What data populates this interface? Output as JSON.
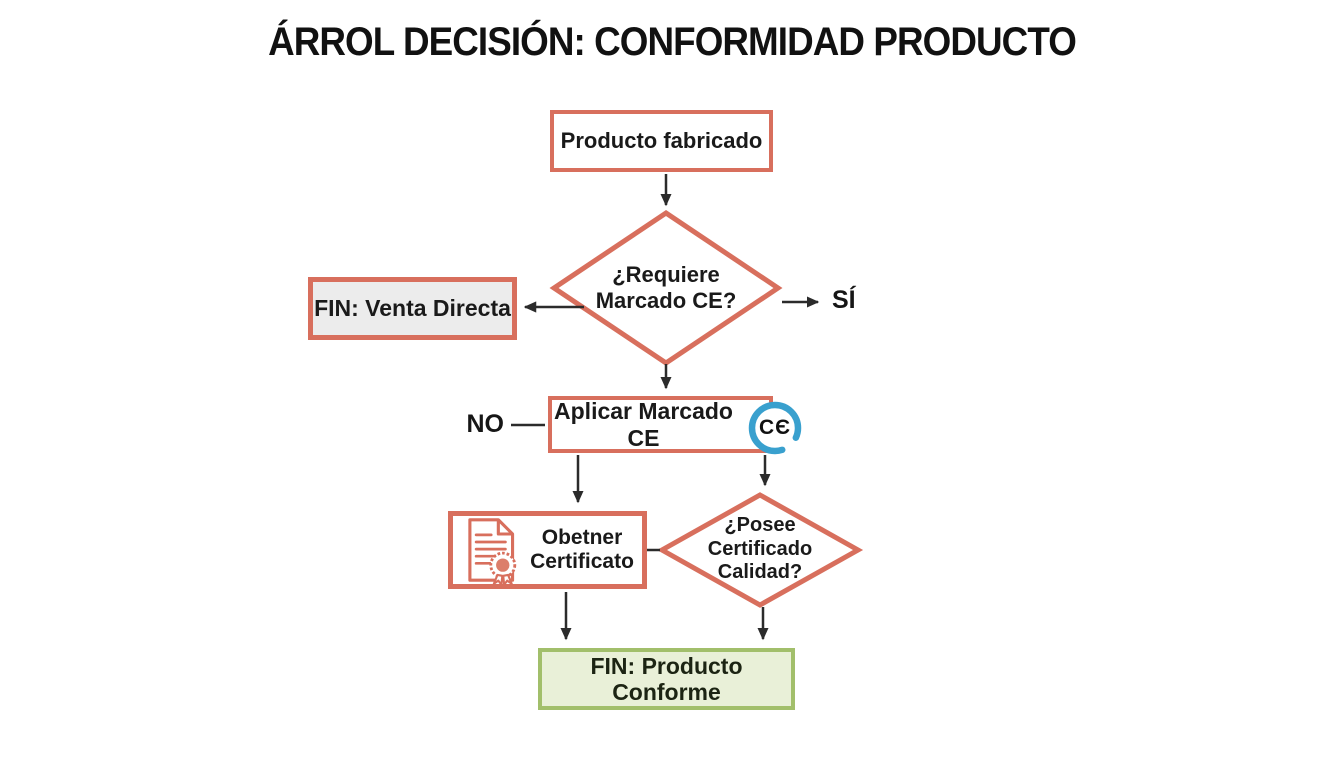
{
  "title": "ÁRROL DECISIÓN: CONFORMIDAD PRODUCTO",
  "nodes": {
    "start": {
      "label": "Producto fabricado"
    },
    "decision_requiere_ce": {
      "label": "¿Requiere\nMarcado CE?"
    },
    "end_venta_directa": {
      "label": "FIN: Venta Directa"
    },
    "apply_ce": {
      "label": "Aplicar Marcado CE",
      "badge_text": "CЄ"
    },
    "obtain_cert": {
      "label": "Obetner\nCertificato"
    },
    "decision_posee_cert": {
      "label": "¿Posee\nCertificado\nCalidad?"
    },
    "end_conforme": {
      "label": "FIN: Producto Conforme"
    }
  },
  "edge_labels": {
    "yes": "SÍ",
    "no": "NO"
  },
  "icons": {
    "ce_badge": "ce-marking-icon",
    "certificate": "certificate-award-icon"
  },
  "colors": {
    "node_border": "#d86f5d",
    "end_gray_fill": "#ececec",
    "end_green_fill": "#e9f0d8",
    "end_green_border": "#a2bf6b",
    "ce_ring_blue": "#39a0ce",
    "connector": "#2b2b2b",
    "text": "#1a1a1a"
  }
}
